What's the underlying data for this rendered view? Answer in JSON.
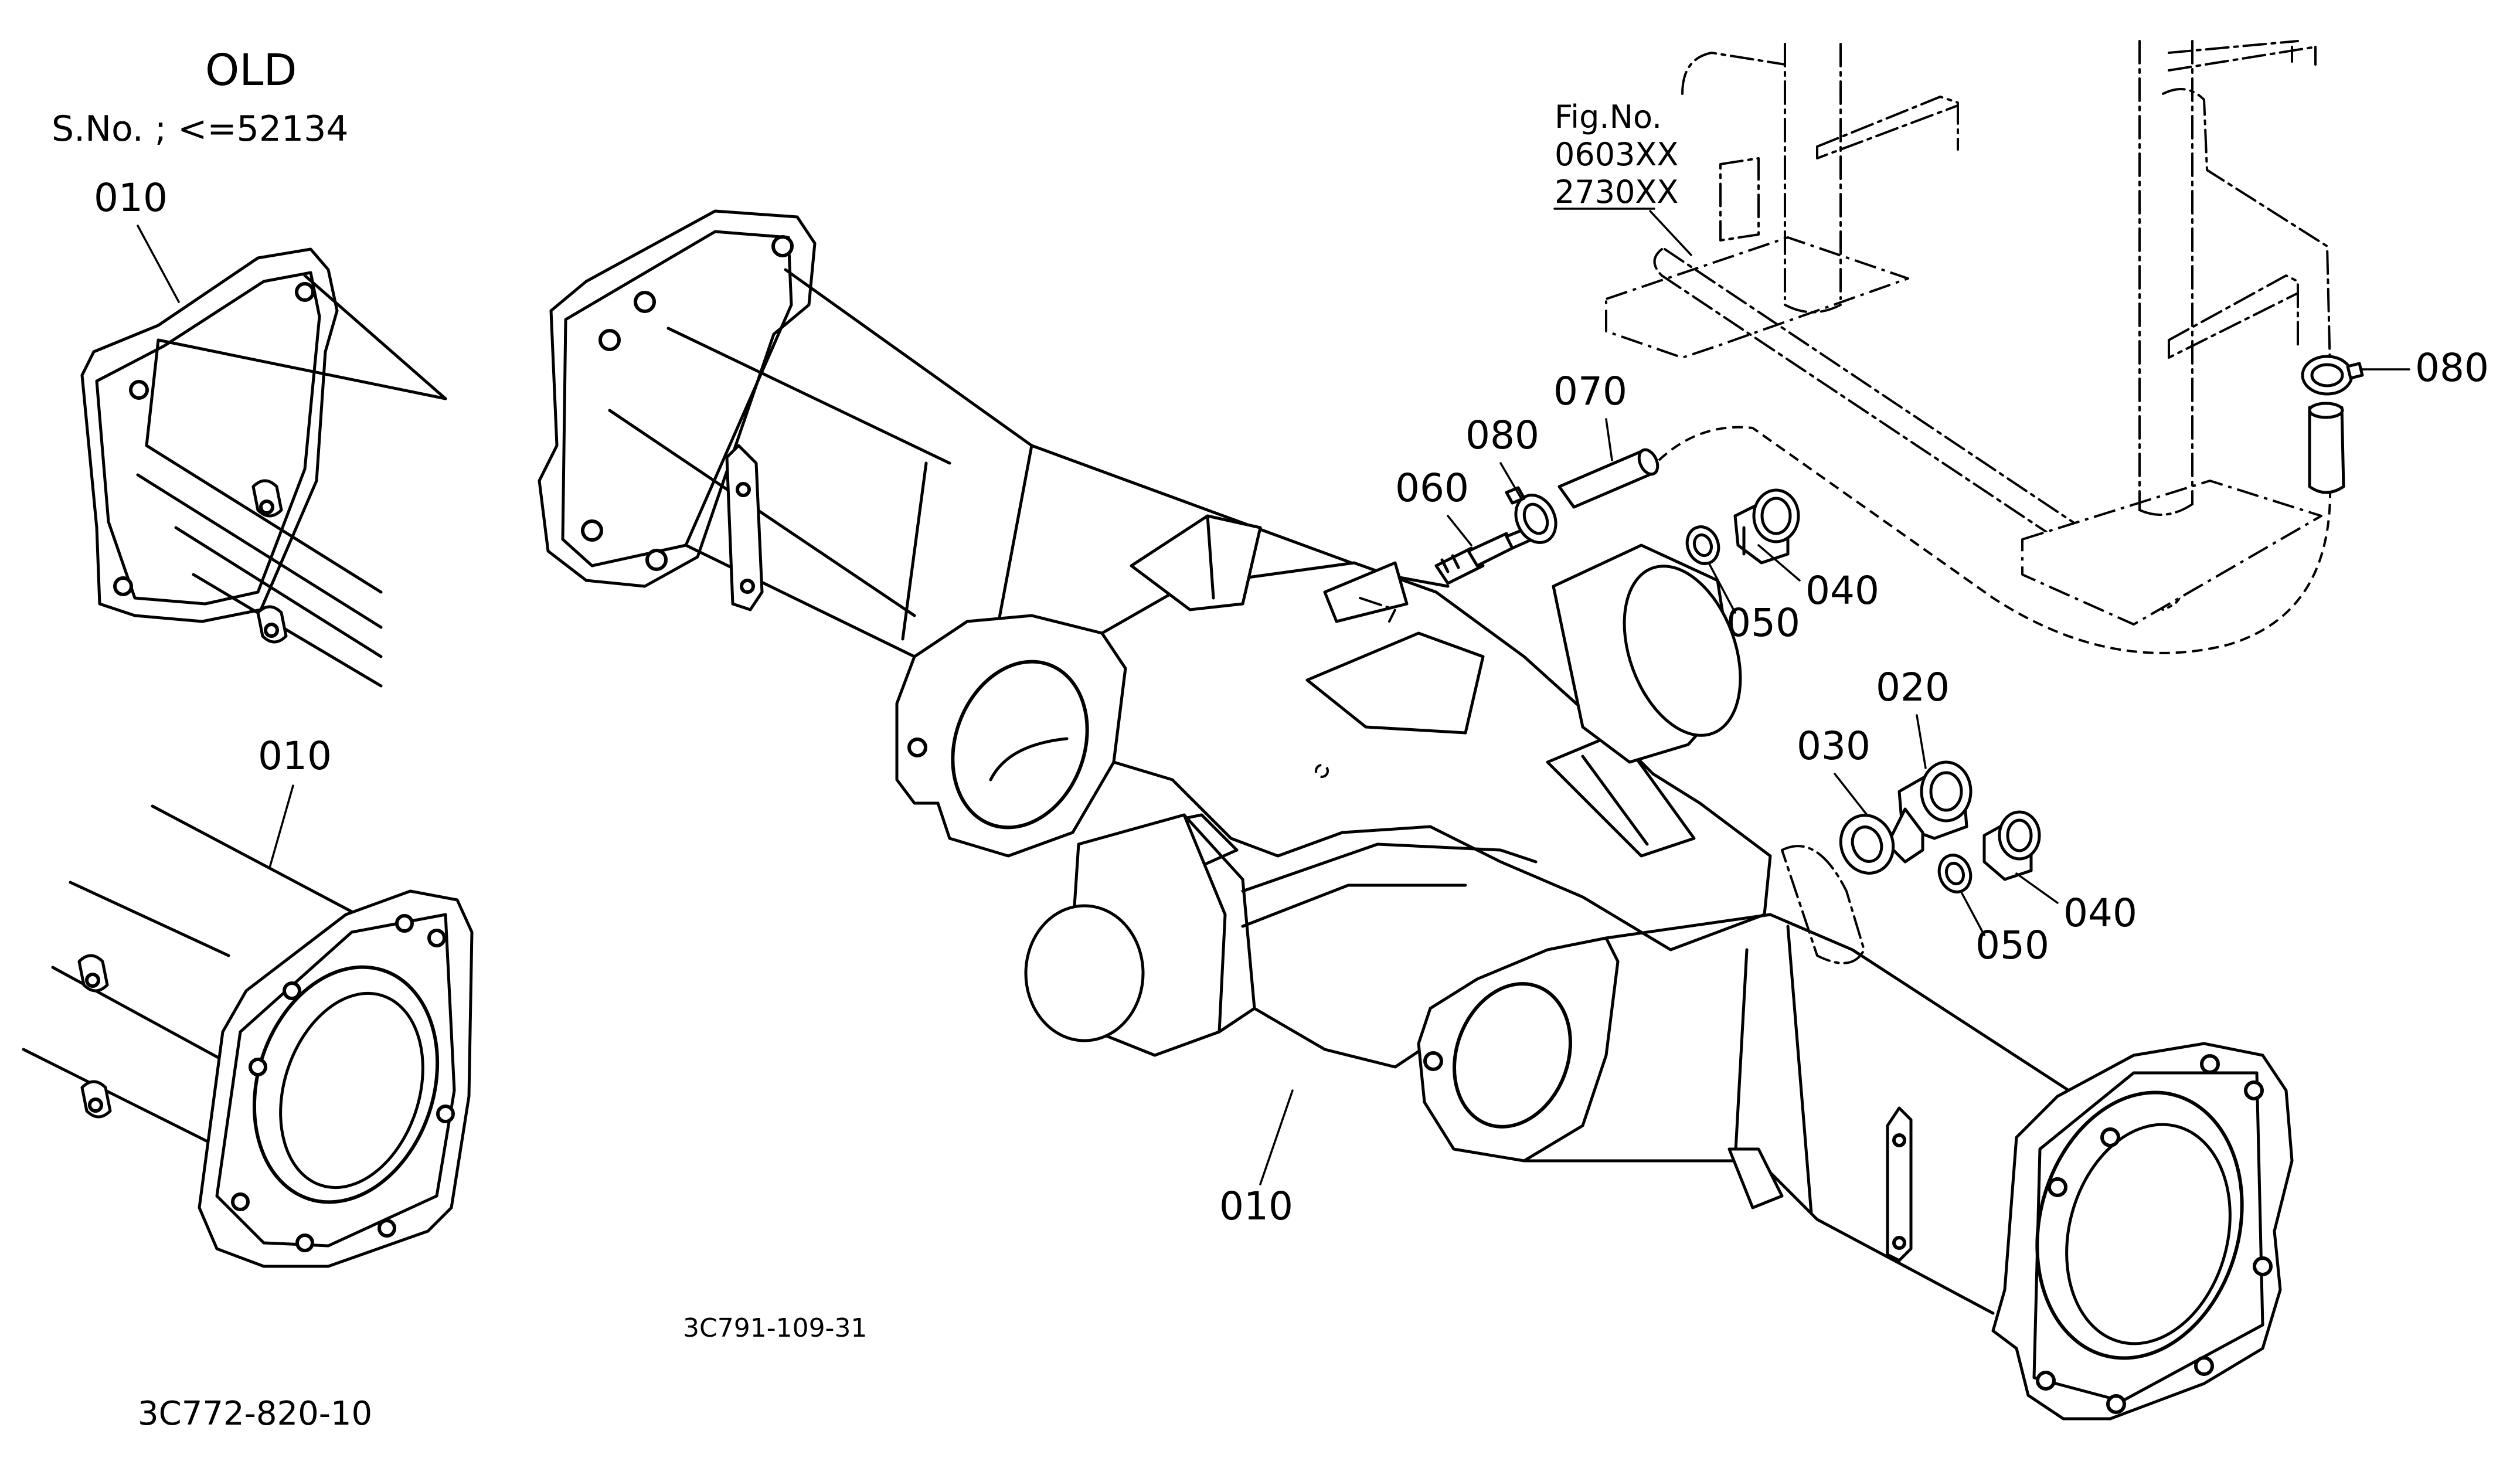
{
  "header": {
    "title": "OLD",
    "serial": "S.No. ; <=52134"
  },
  "reference": {
    "fig_line1": "Fig.No.",
    "fig_line2": "0603XX",
    "fig_line3": "2730XX"
  },
  "callouts": {
    "detail_top": "010",
    "detail_bottom": "010",
    "housing": "010",
    "plug_large": "020",
    "seal_large": "030",
    "plug_upper": "040",
    "plug_lower": "040",
    "washer_upper": "050",
    "washer_lower": "050",
    "breather": "060",
    "hose": "070",
    "clamp_left": "080",
    "clamp_right": "080"
  },
  "codes": {
    "main": "3C791-109-31",
    "detail": "3C772-820-10"
  }
}
